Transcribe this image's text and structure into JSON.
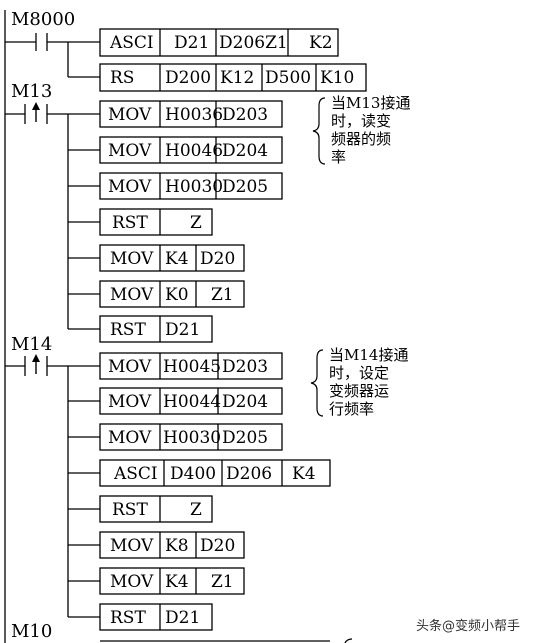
{
  "rungs": [
    {
      "contact": "M8000",
      "contact_type": "normally-open",
      "instructions": [
        [
          "ASCI",
          "D21",
          "D206Z1",
          "K2"
        ],
        [
          "RS",
          "D200",
          "K12",
          "D500",
          "K10"
        ]
      ]
    },
    {
      "contact": "M13",
      "contact_type": "rising-edge",
      "instructions": [
        [
          "MOV",
          "H0036",
          "D203"
        ],
        [
          "MOV",
          "H0046",
          "D204"
        ],
        [
          "MOV",
          "H0030",
          "D205"
        ],
        [
          "RST",
          "Z"
        ],
        [
          "MOV",
          "K4",
          "D20"
        ],
        [
          "MOV",
          "K0",
          "Z1"
        ],
        [
          "RST",
          "D21"
        ]
      ],
      "comment": [
        "当M13接通",
        "时，读变",
        "频器的频",
        "率"
      ]
    },
    {
      "contact": "M14",
      "contact_type": "rising-edge",
      "instructions": [
        [
          "MOV",
          "H0045",
          "D203"
        ],
        [
          "MOV",
          "H0044",
          "D204"
        ],
        [
          "MOV",
          "H0030",
          "D205"
        ],
        [
          "ASCI",
          "D400",
          "D206",
          "K4"
        ],
        [
          "RST",
          "Z"
        ],
        [
          "MOV",
          "K8",
          "D20"
        ],
        [
          "MOV",
          "K4",
          "Z1"
        ],
        [
          "RST",
          "D21"
        ]
      ],
      "comment": [
        "当M14接通",
        "时，设定",
        "变频器运",
        "行频率"
      ]
    },
    {
      "contact": "M10",
      "contact_type": "normally-open",
      "instructions": [],
      "comment": []
    }
  ],
  "watermark": "头条@变频小帮手"
}
